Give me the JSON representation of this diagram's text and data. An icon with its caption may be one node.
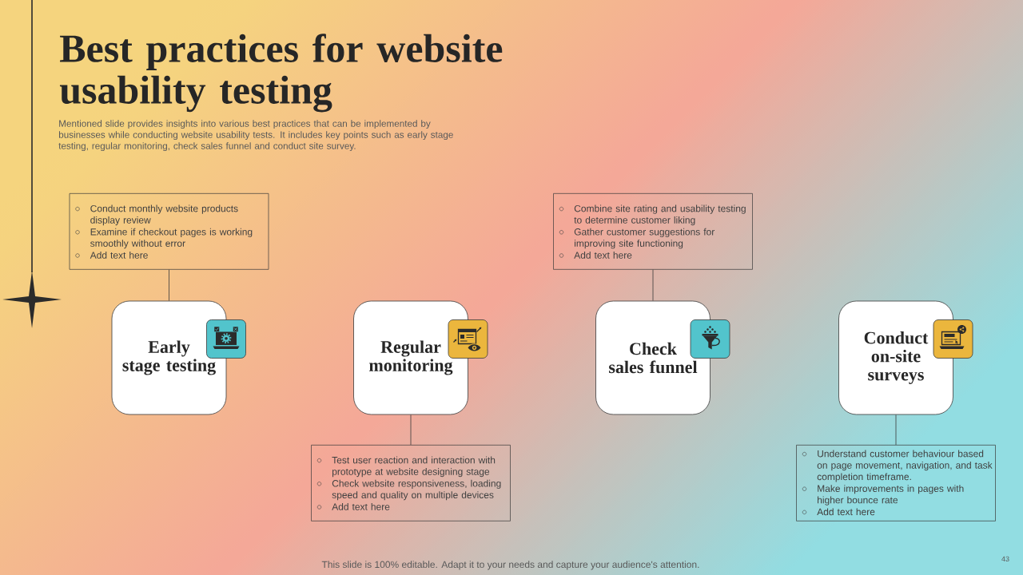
{
  "diagram": {
    "title": "Best practices for website usability testing",
    "nodes": [
      {
        "text": [
          "Conduct monthly website products display review",
          "Examine if checkout pages is working smoothly without error",
          "Add text here"
        ]
      },
      {
        "text": [
          "Combine site rating and usability testing to determine customer liking",
          "Gather customer suggestions for improving site functioning",
          "Add text here"
        ]
      },
      {
        "text": [
          "Early stage testing"
        ]
      },
      {
        "text": [
          "Regular monitoring"
        ]
      },
      {
        "text": [
          "Check sales funnel"
        ]
      },
      {
        "text": [
          "Conduct on-site surveys"
        ]
      },
      {
        "text": [
          "Test user reaction and interaction with prototype at website designing stage",
          "Check website responsiveness, loading speed and quality on multiple devices",
          "Add text here"
        ]
      },
      {
        "text": [
          "Understand customer behaviour based on page movement, navigation, and task completion timeframe.",
          "Make improvements in pages with higher bounce rate",
          "Add text here"
        ]
      }
    ],
    "edges": [
      {
        "from": 2,
        "to": 0,
        "arrow": "none"
      },
      {
        "from": 3,
        "to": 6,
        "arrow": "none"
      },
      {
        "from": 4,
        "to": 1,
        "arrow": "none"
      },
      {
        "from": 5,
        "to": 7,
        "arrow": "none"
      }
    ],
    "labels": [
      "Mentioned slide provides insights into various best practices that can be implemented by businesses while conducting website usability tests. It includes key points such as early stage testing, regular monitoring, check sales funnel and conduct site survey.",
      "This slide is 100% editable. Adapt it to your needs and capture your audience's attention.",
      "43"
    ]
  }
}
